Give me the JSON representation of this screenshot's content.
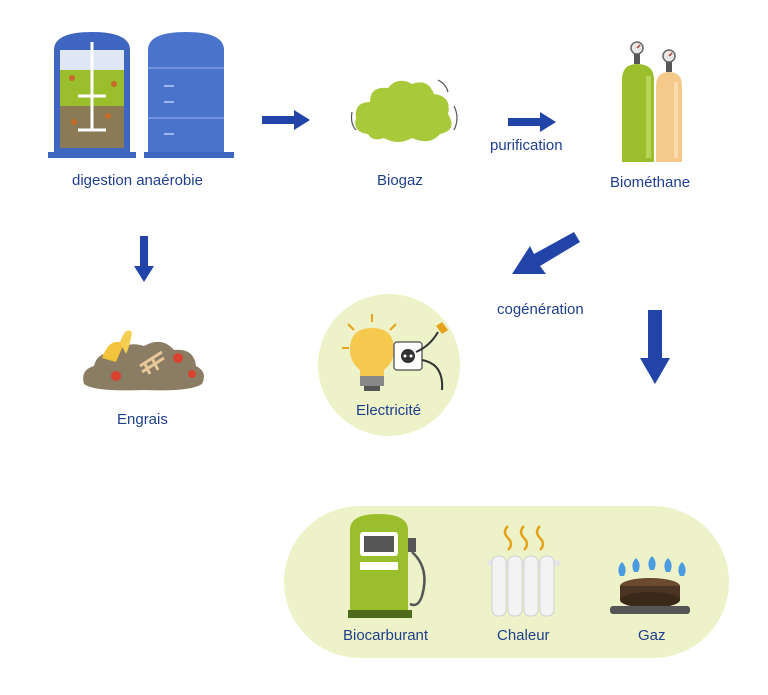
{
  "labels": {
    "digestion": "digestion anaérobie",
    "biogaz": "Biogaz",
    "purification": "purification",
    "biomethane": "Biométhane",
    "cogeneration": "cogénération",
    "engrais": "Engrais",
    "electricite": "Electricité",
    "biocarburant": "Biocarburant",
    "chaleur": "Chaleur",
    "gaz": "Gaz"
  },
  "colors": {
    "label": "#1f3f8c",
    "arrow": "#2244a8",
    "tank": "#3f67c2",
    "green": "#9bbf2c",
    "pale": "#edf2c8"
  }
}
